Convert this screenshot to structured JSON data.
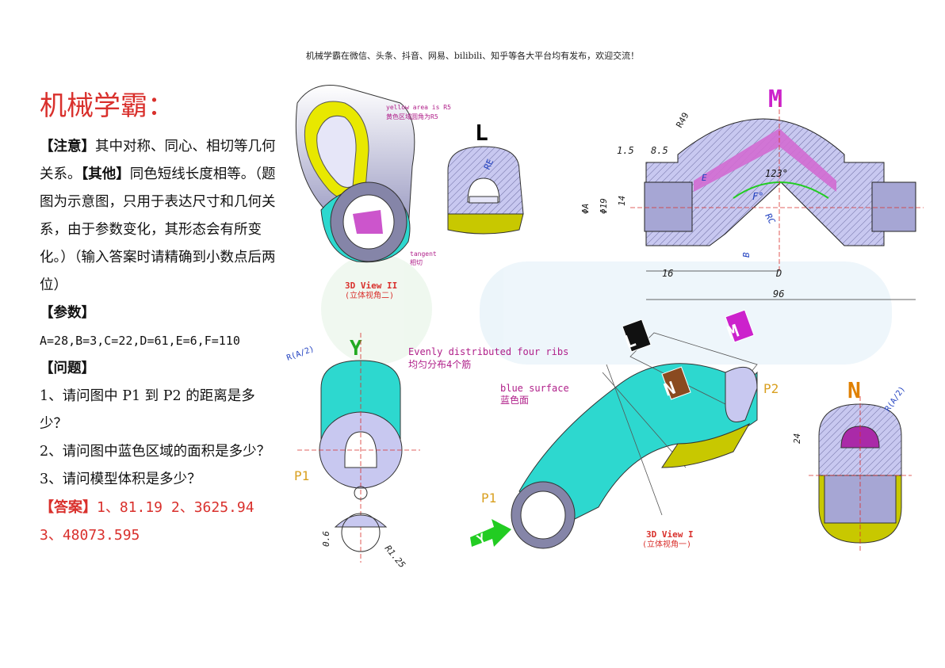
{
  "header": "机械学霸在微信、头条、抖音、网易、bilibili、知乎等各大平台均有发布，欢迎交流！",
  "title": "机械学霸：",
  "note": {
    "note_tag": "【注意】",
    "note_text": "其中对称、同心、相切等几何关系。",
    "other_tag": "【其他】",
    "other_text": "同色短线长度相等。（题图为示意图，只用于表达尺寸和几何关系，由于参数变化，其形态会有所变化。）（输入答案时请精确到小数点后两位）"
  },
  "params_heading": "【参数】",
  "params": "A=28,B=3,C=22,D=61,E=6,F=110",
  "questions_heading": "【问题】",
  "questions": {
    "q1": "1、请问图中 P1 到 P2 的距离是多少？",
    "q2": "2、请问图中蓝色区域的面积是多少？",
    "q3": "3、请问模型体积是多少？"
  },
  "answer": {
    "tag": "【答案】",
    "line1": "1、81.19   2、3625.94",
    "line2": "3、48073.595"
  },
  "drawing": {
    "view2_caption": "3D View II",
    "view2_caption_cn": "(立体视角二)",
    "view1_caption": "3D View I",
    "view1_caption_cn": "(立体视角一)",
    "yellow_note": "yellow area is R5",
    "yellow_note_cn": "黄色区域圆角为R5",
    "tangent": "tangent",
    "tangent_cn": "相切",
    "ribs_note": "Evenly distributed four ribs",
    "ribs_note_cn": "均匀分布4个筋",
    "blue_surface": "blue surface",
    "blue_surface_cn": "蓝色面",
    "label_L": "L",
    "label_M": "M",
    "label_N": "N",
    "label_Y": "Y",
    "label_P1": "P1",
    "label_P2": "P2",
    "dim_R49": "R49",
    "dim_1_5": "1.5",
    "dim_8_5": "8.5",
    "dim_123": "123°",
    "dim_F": "F°",
    "dim_E": "E",
    "dim_RC": "RC",
    "dim_RE": "RE",
    "dim_B": "B",
    "dim_phiA": "ΦA",
    "dim_phi19": "Φ19",
    "dim_14": "14",
    "dim_16": "16",
    "dim_D": "D",
    "dim_96": "96",
    "dim_RA2": "R(A/2)",
    "dim_0_6": "0.6",
    "dim_R1_25": "R1.25",
    "dim_24": "24"
  },
  "colors": {
    "red": "#d9302c",
    "magenta": "#cc22cc",
    "cyan": "#22d8d0",
    "yellow": "#e8e800",
    "lavender": "#c8c8f0",
    "green": "#22cc22",
    "orange": "#e08000"
  }
}
